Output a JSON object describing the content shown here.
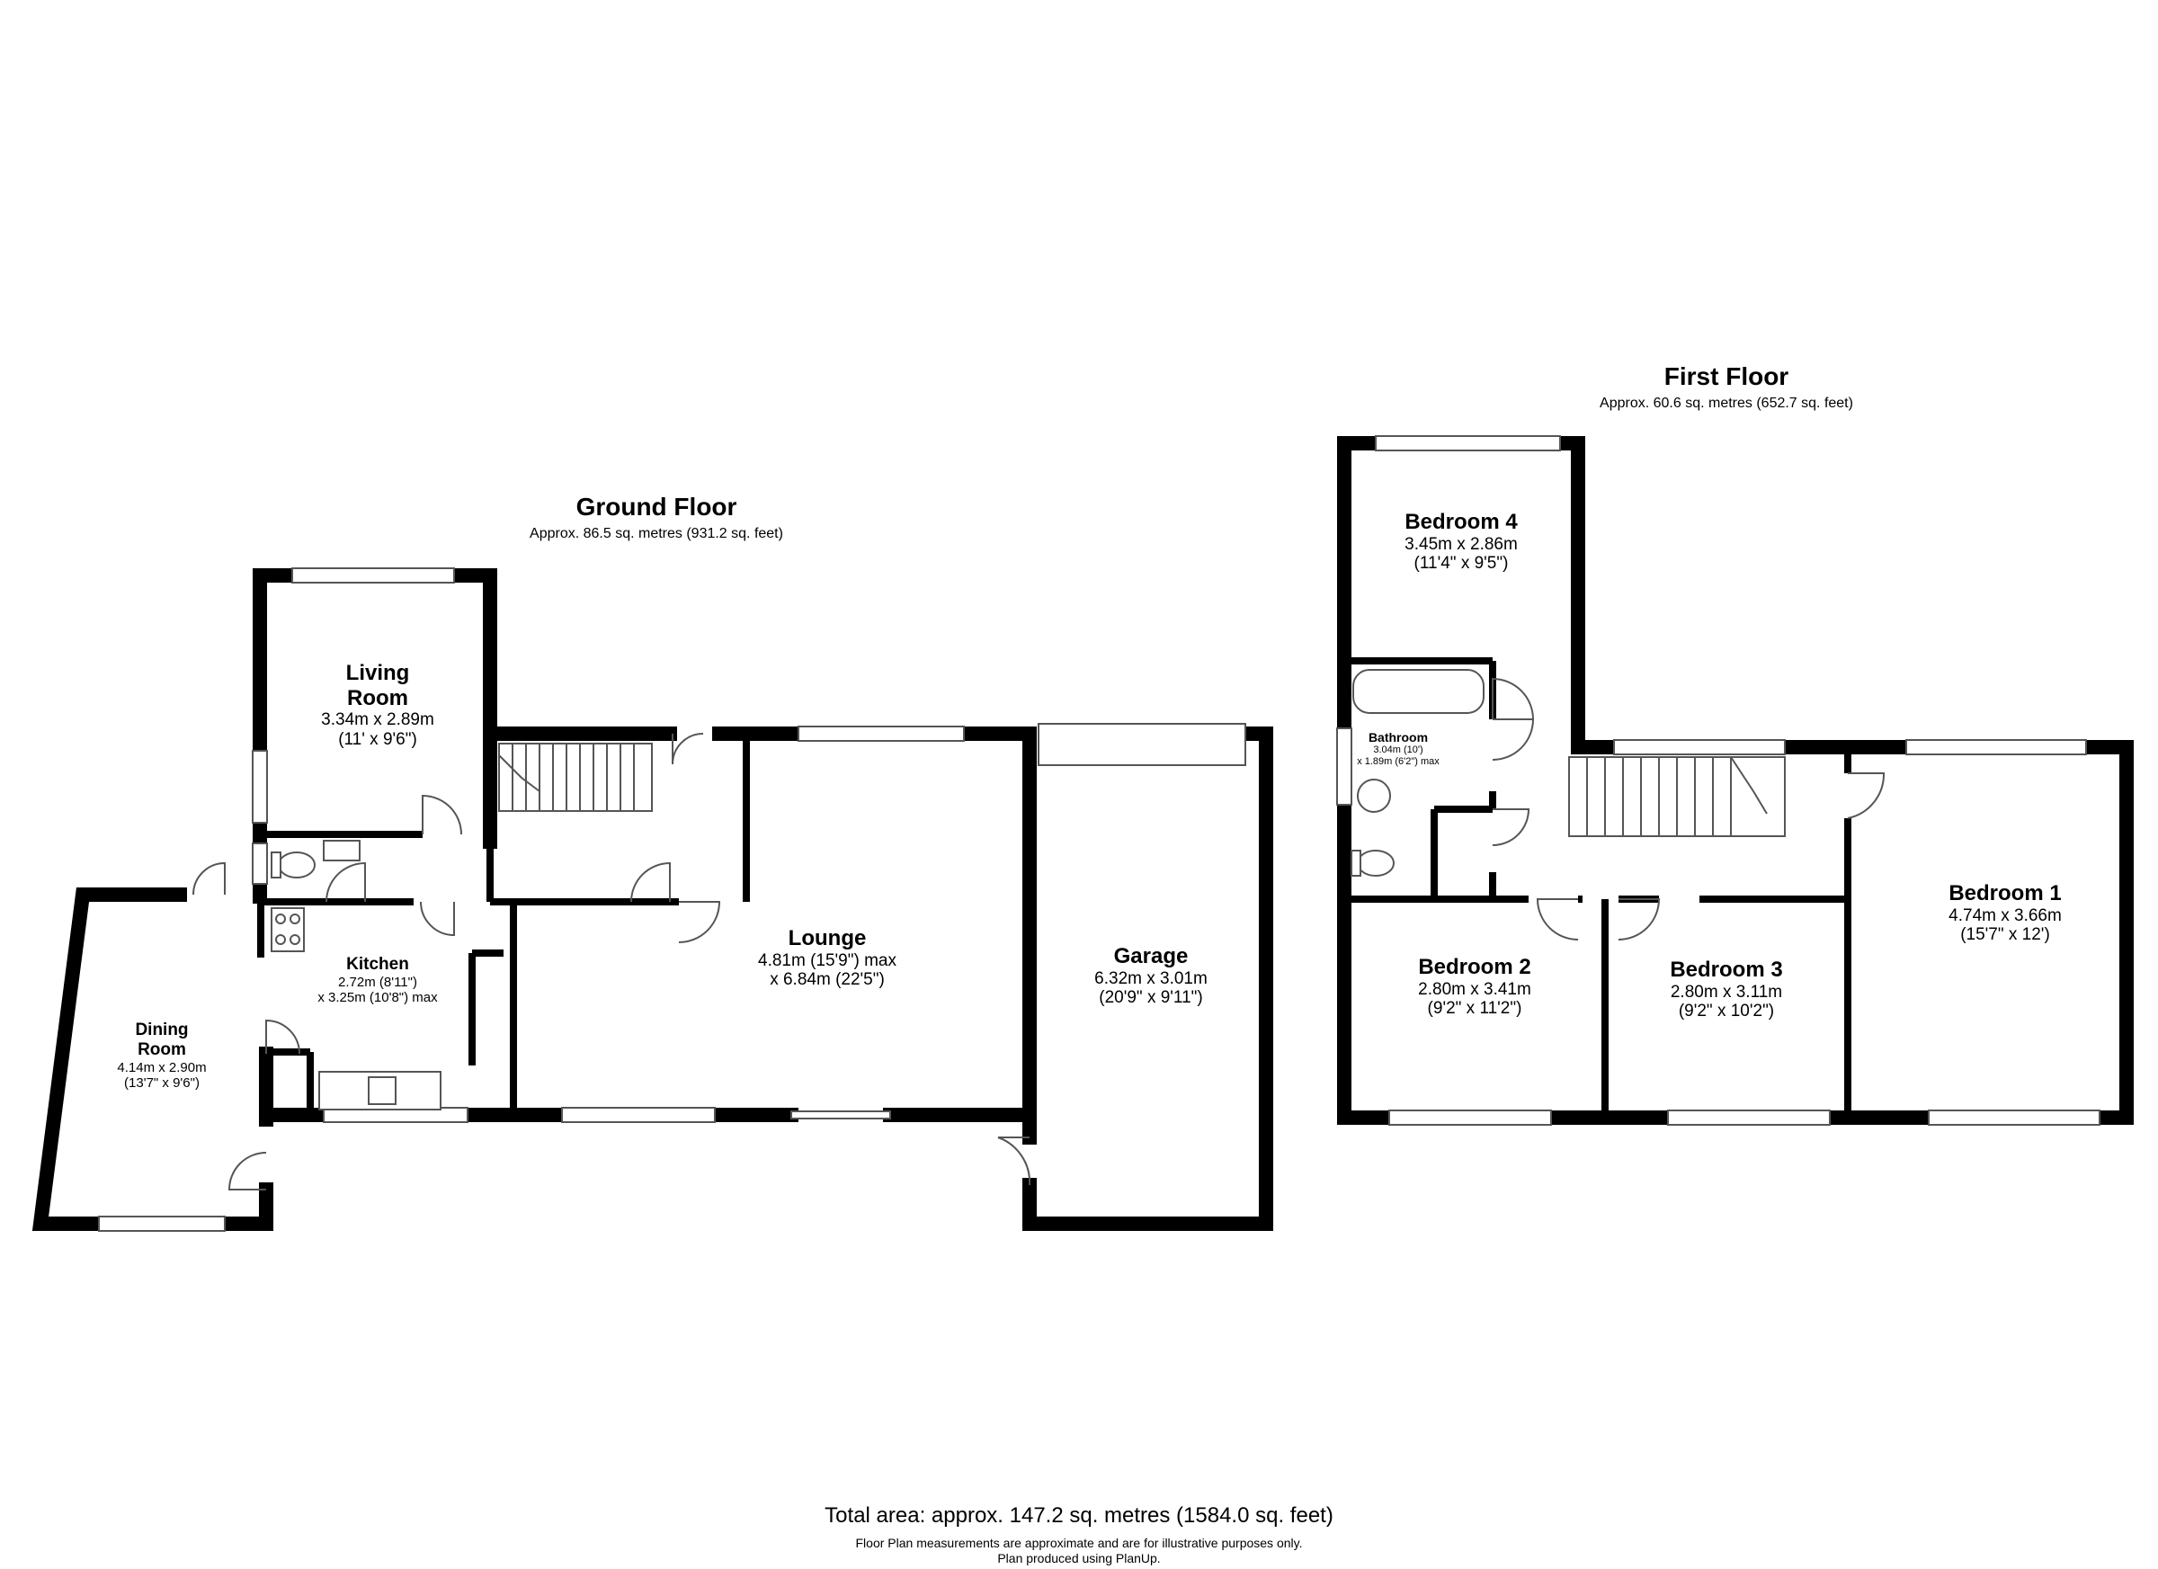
{
  "ground_floor": {
    "title": "Ground Floor",
    "area": "Approx. 86.5 sq. metres (931.2 sq. feet)",
    "rooms": {
      "living_room": {
        "name_line1": "Living",
        "name_line2": "Room",
        "dims1": "3.34m x 2.89m",
        "dims2": "(11' x 9'6\")"
      },
      "dining_room": {
        "name_line1": "Dining",
        "name_line2": "Room",
        "dims1": "4.14m x 2.90m",
        "dims2": "(13'7\" x 9'6\")"
      },
      "kitchen": {
        "name": "Kitchen",
        "dims1": "2.72m (8'11\")",
        "dims2": "x 3.25m (10'8\") max"
      },
      "lounge": {
        "name": "Lounge",
        "dims1": "4.81m (15'9\") max",
        "dims2": "x 6.84m (22'5\")"
      },
      "garage": {
        "name": "Garage",
        "dims1": "6.32m x 3.01m",
        "dims2": "(20'9\" x 9'11\")"
      }
    }
  },
  "first_floor": {
    "title": "First Floor",
    "area": "Approx. 60.6 sq. metres (652.7 sq. feet)",
    "rooms": {
      "bedroom_4": {
        "name": "Bedroom 4",
        "dims1": "3.45m x 2.86m",
        "dims2": "(11'4\" x 9'5\")"
      },
      "bathroom": {
        "name": "Bathroom",
        "dims1": "3.04m (10')",
        "dims2": "x 1.89m (6'2\") max"
      },
      "bedroom_1": {
        "name": "Bedroom 1",
        "dims1": "4.74m x 3.66m",
        "dims2": "(15'7\" x 12')"
      },
      "bedroom_2": {
        "name": "Bedroom 2",
        "dims1": "2.80m x 3.41m",
        "dims2": "(9'2\" x 11'2\")"
      },
      "bedroom_3": {
        "name": "Bedroom 3",
        "dims1": "2.80m x 3.11m",
        "dims2": "(9'2\" x 10'2\")"
      }
    }
  },
  "footer": {
    "total": "Total area: approx. 147.2 sq. metres (1584.0 sq. feet)",
    "note1": "Floor Plan measurements are approximate and are for illustrative purposes only.",
    "note2": "Plan produced using PlanUp."
  },
  "colors": {
    "wall": "#000000",
    "background": "#ffffff",
    "fixture": "#555555"
  }
}
